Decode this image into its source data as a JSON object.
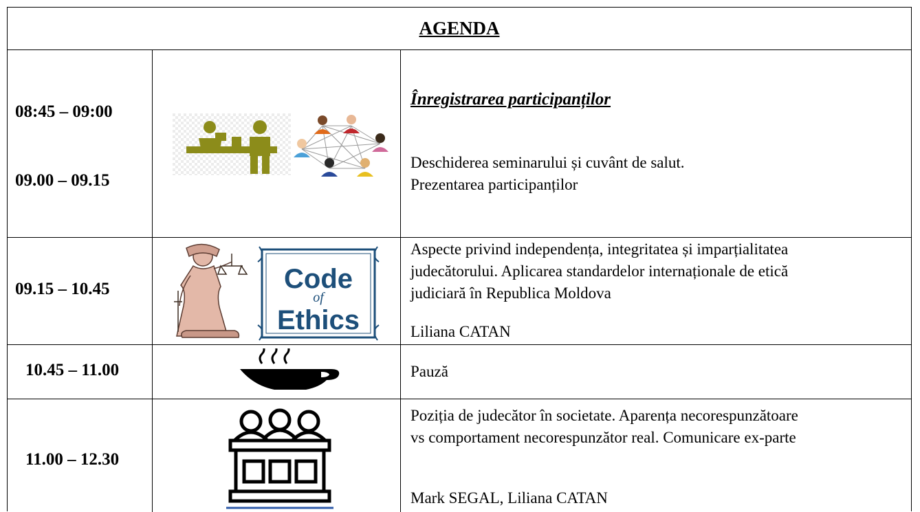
{
  "title": "AGENDA",
  "rows": [
    {
      "times": [
        "08:45 – 09:00",
        "09.00 – 09.15"
      ],
      "registration": "Înregistrarea participanților",
      "lines": [
        "Deschiderea seminarului și cuvânt de salut.",
        "Prezentarea participanților"
      ],
      "icons": [
        "registration-desk-icon",
        "people-network-icon"
      ]
    },
    {
      "time": "09.15 – 10.45",
      "lines": [
        "Aspecte privind independența, integritatea și imparțialitatea",
        "judecătorului. Aplicarea standardelor internaționale de etică",
        "judiciară în Republica Moldova"
      ],
      "speaker": "Liliana CATAN",
      "icons": [
        "lady-justice-icon",
        "code-of-ethics-icon"
      ],
      "ethics_logo": [
        "Code",
        "of",
        "Ethics"
      ]
    },
    {
      "time": "10.45 – 11.00",
      "lines": [
        "Pauză"
      ],
      "icons": [
        "coffee-cup-icon"
      ]
    },
    {
      "time": "11.00 – 12.30",
      "lines": [
        "Poziția de judecător în societate. Aparența necorespunzătoare",
        "vs comportament necorespunzător real. Comunicare ex-parte"
      ],
      "speaker": "Mark SEGAL, Liliana CATAN",
      "icons": [
        "judges-panel-icon"
      ]
    }
  ],
  "colors": {
    "olive": "#8c8c1a",
    "border": "#000000",
    "ethics_blue": "#1d4f7a"
  }
}
